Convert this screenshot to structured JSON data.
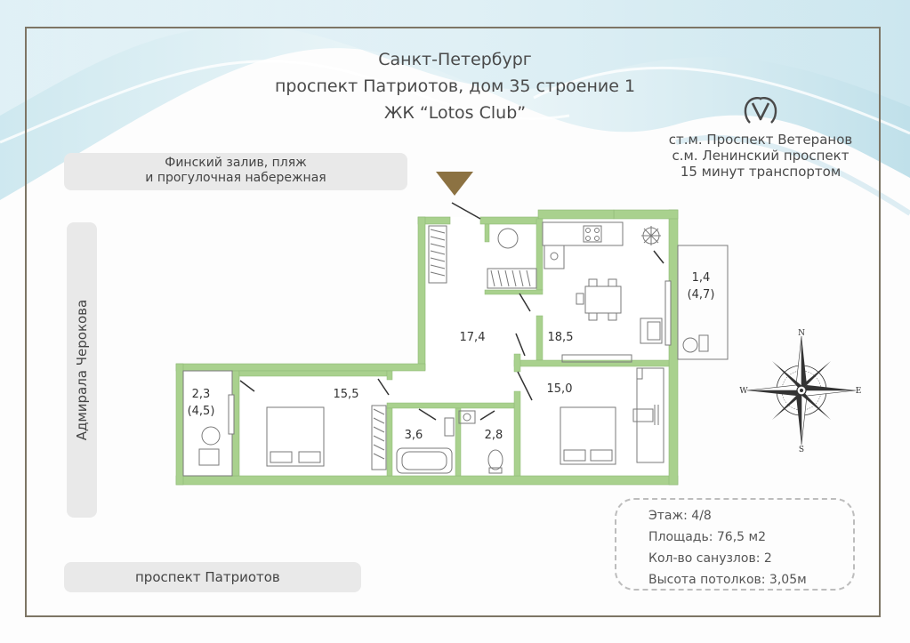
{
  "header": {
    "city": "Санкт-Петербург",
    "address": "проспект Патриотов, дом 35 строение 1",
    "complex": "ЖК “Lotos Club”"
  },
  "metro": {
    "icon": "metro-logo-icon",
    "line1": "ст.м. Проспект Ветеранов",
    "line2": "с.м. Ленинский проспект",
    "line3": "15 минут транспортом"
  },
  "streets": {
    "bay_line1": "Финский залив, пляж",
    "bay_line2": "и прогулочная набережная",
    "side": "Адмирала Черокова",
    "bottom": "проспект Патриотов"
  },
  "rooms": {
    "balcony_right_area": "1,4",
    "balcony_right_total": "(4,7)",
    "balcony_left_area": "2,3",
    "balcony_left_total": "(4,5)",
    "hall": "17,4",
    "kitchen": "18,5",
    "bedroom_left": "15,5",
    "bedroom_right": "15,0",
    "bathroom": "3,6",
    "wc": "2,8"
  },
  "info": {
    "floor": "Этаж: 4/8",
    "area": "Площадь: 76,5 м2",
    "bathrooms": "Кол-во санузлов: 2",
    "ceiling": "Высота потолков: 3,05м"
  },
  "compass": {
    "n": "N",
    "e": "E",
    "s": "S",
    "w": "W"
  },
  "colors": {
    "wall": "#a9d18e",
    "frame": "#7d7565",
    "marker": "#8c7242",
    "street": "#e9e9e9"
  }
}
